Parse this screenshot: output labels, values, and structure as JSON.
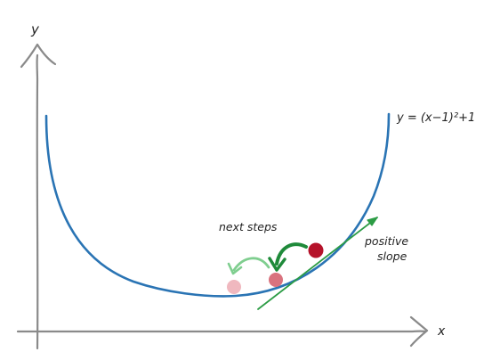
{
  "diagram": {
    "axis_x_label": "x",
    "axis_y_label": "y",
    "curve_label": "y = (x−1)²+1",
    "next_steps_label": "next steps",
    "slope_label_line1": "positive",
    "slope_label_line2": "slope"
  },
  "colors": {
    "axis": "#8a8a8a",
    "curve": "#2a74b4",
    "tangent": "#2c9c45",
    "ball_current": "#b5122a",
    "ball_next": "#d9727e",
    "ball_future": "#f0b8bf",
    "arrow_dark": "#1f8a3a",
    "arrow_light": "#7fce8f"
  }
}
